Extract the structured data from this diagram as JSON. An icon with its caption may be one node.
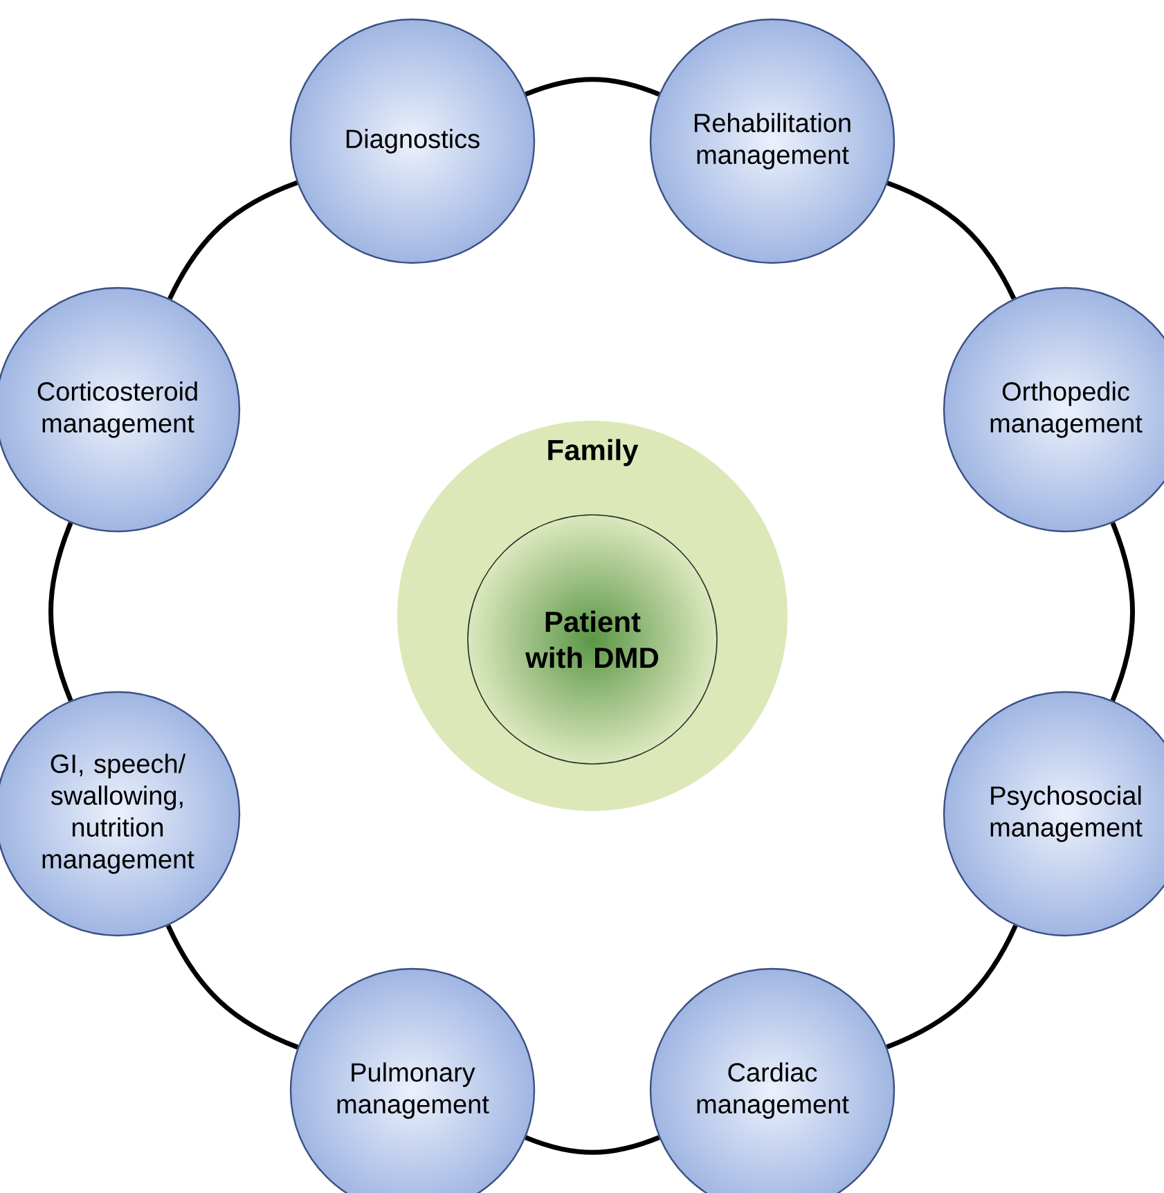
{
  "diagram": {
    "nodes": [
      {
        "text": [
          "Diagnostics"
        ]
      },
      {
        "text": [
          "Rehabilitation management"
        ]
      },
      {
        "text": [
          "Corticosteroid management"
        ]
      },
      {
        "text": [
          "Orthopedic management"
        ]
      },
      {
        "text": [
          "Family"
        ]
      },
      {
        "text": [
          "Patient with DMD"
        ],
        "in": 4
      },
      {
        "text": [
          "GI, speech/ swallowing, nutrition management"
        ]
      },
      {
        "text": [
          "Psychosocial management"
        ]
      },
      {
        "text": [
          "Pulmonary management"
        ]
      },
      {
        "text": [
          "Cardiac management"
        ]
      }
    ],
    "edges": [
      {
        "from": 0,
        "to": 1,
        "arrow": "none"
      },
      {
        "from": 1,
        "to": 3,
        "arrow": "none"
      },
      {
        "from": 3,
        "to": 7,
        "arrow": "none"
      },
      {
        "from": 7,
        "to": 9,
        "arrow": "none"
      },
      {
        "from": 9,
        "to": 8,
        "arrow": "none"
      },
      {
        "from": 8,
        "to": 6,
        "arrow": "none"
      },
      {
        "from": 6,
        "to": 2,
        "arrow": "none"
      },
      {
        "from": 2,
        "to": 0,
        "arrow": "none"
      }
    ]
  }
}
